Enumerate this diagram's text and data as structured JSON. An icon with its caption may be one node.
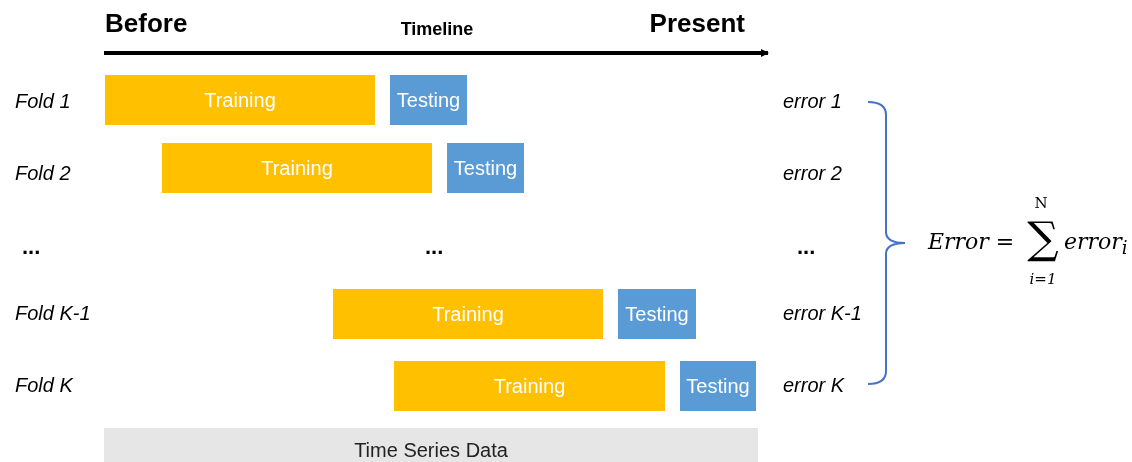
{
  "diagram": {
    "nodes": [
      {
        "text": [
          "Training"
        ]
      },
      {
        "text": [
          "Testing"
        ]
      },
      {
        "text": [
          "Training"
        ]
      },
      {
        "text": [
          "Testing"
        ]
      },
      {
        "text": [
          "Training"
        ]
      },
      {
        "text": [
          "Testing"
        ]
      },
      {
        "text": [
          "Training"
        ]
      },
      {
        "text": [
          "Testing"
        ]
      },
      {
        "text": [
          "Time Series Data"
        ]
      }
    ],
    "labels": [
      "Before",
      "Timeline",
      "Present",
      "Fold 1",
      "error 1",
      "Fold 2",
      "error 2",
      "...",
      "...",
      "...",
      "Fold K-1",
      "error K-1",
      "Fold K",
      "error K",
      "Error =",
      "N",
      "∑",
      "i=1",
      "error$_{i}$"
    ]
  }
}
